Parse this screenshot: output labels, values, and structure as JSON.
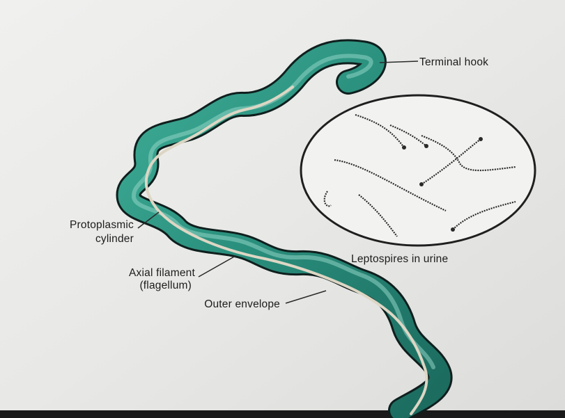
{
  "labels": {
    "terminal_hook": "Terminal hook",
    "inset_caption": "Leptospires in urine",
    "protoplasmic_line1": "Protoplasmic",
    "protoplasmic_line2": "cylinder",
    "axial_line1": "Axial filament",
    "axial_line2": "(flagellum)",
    "outer_envelope": "Outer envelope"
  },
  "colors": {
    "paper": "#e9e9e8",
    "body_fill": "#2e9a86",
    "body_highlight": "#8fd4c4",
    "body_shadow": "#1a5f55",
    "outline": "#0f1f1d",
    "filament": "#ddd6c4",
    "ink": "#1c1c1c"
  }
}
